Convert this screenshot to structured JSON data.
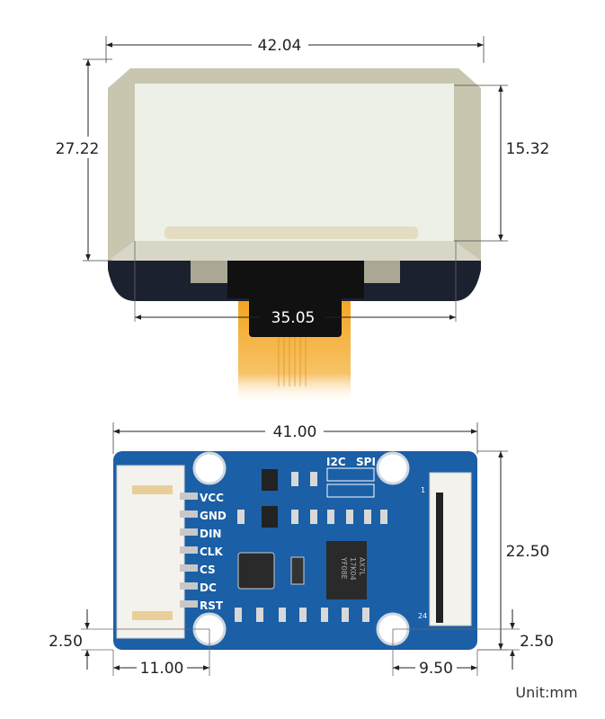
{
  "display_view": {
    "dimensions": {
      "total_width": "42.04",
      "total_height": "27.22",
      "active_height": "15.32",
      "active_width": "35.05"
    }
  },
  "driver_board_view": {
    "dimensions": {
      "board_width": "41.00",
      "board_height": "22.50",
      "hole_offset_left": "2.50",
      "hole_offset_right": "2.50",
      "hole_spacing_left": "11.00",
      "hole_spacing_right": "9.50"
    },
    "pin_labels": [
      "VCC",
      "GND",
      "DIN",
      "CLK",
      "CS",
      "DC",
      "RST"
    ],
    "interface_labels": {
      "i2c": "I2C",
      "spi": "SPI"
    },
    "connector_pin_numbers": {
      "first": "1",
      "last": "24"
    },
    "chip_marking": [
      "YF08E",
      "17K04",
      "AX7L"
    ]
  },
  "unit_label": "Unit:mm",
  "colors": {
    "pcb": "#1b5fa6",
    "fpc": "#f3a622",
    "glass": "#ecefe3",
    "panel_dark": "#1c2130"
  }
}
